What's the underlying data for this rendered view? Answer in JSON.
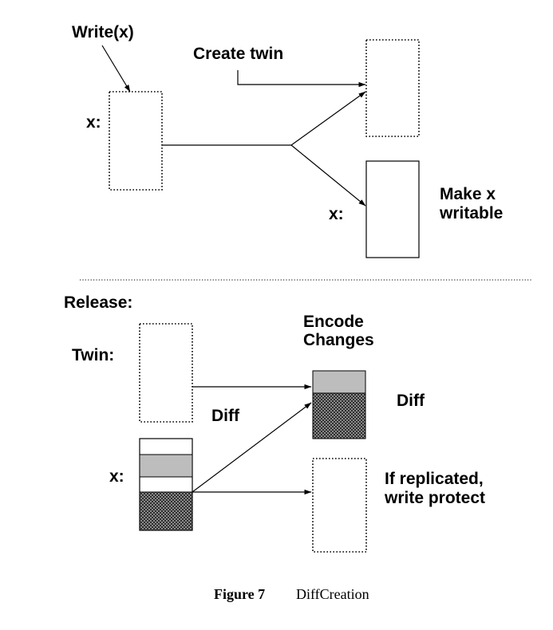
{
  "top": {
    "write_label": "Write(x)",
    "x_label_original": "x:",
    "create_twin_label": "Create twin",
    "x_label_writable": "x:",
    "make_writable_line1": "Make x",
    "make_writable_line2": "writable"
  },
  "bottom": {
    "release_label": "Release:",
    "twin_label": "Twin:",
    "diff_label_left": "Diff",
    "x_label": "x:",
    "encode_line1": "Encode",
    "encode_line2": "Changes",
    "diff_label_right": "Diff",
    "protect_line1": "If replicated,",
    "protect_line2": "write protect"
  },
  "caption": {
    "figure_number": "Figure 7",
    "title": "DiffCreation"
  },
  "colors": {
    "changed_region": "#bdbdbd",
    "encoded_region": "#3a3a3a"
  }
}
